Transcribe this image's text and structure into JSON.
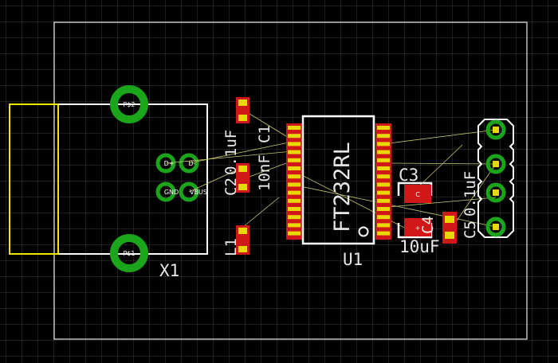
{
  "app": {
    "name": "PCB layout editor"
  },
  "colors": {
    "background": "#000000",
    "grid": "#3a3a3a",
    "silkscreen": "#ffffff",
    "outline": "#d8d8d8",
    "pad_green": "#1aa51a",
    "smd_red": "#d01818",
    "pad_yellow": "#e8d800",
    "usb_shell": "#f2e600",
    "airwire": "#c8c86a"
  },
  "components": {
    "x1": {
      "name": "X1",
      "pads": [
        "P$2",
        "P$1",
        "D+",
        "D-",
        "GND",
        "VBUS"
      ]
    },
    "u1": {
      "name": "U1",
      "value": "FT232RL"
    },
    "c1": {
      "name": "C1",
      "value": "10nF"
    },
    "c2": {
      "name": "C2",
      "value": "0.1uF"
    },
    "l1": {
      "name": "L1"
    },
    "c3": {
      "name": "C3",
      "pad": "C"
    },
    "c4": {
      "name": "C4",
      "value": "10uF",
      "pad": "+"
    },
    "c5": {
      "name": "C5",
      "value": "0.1uF"
    }
  }
}
